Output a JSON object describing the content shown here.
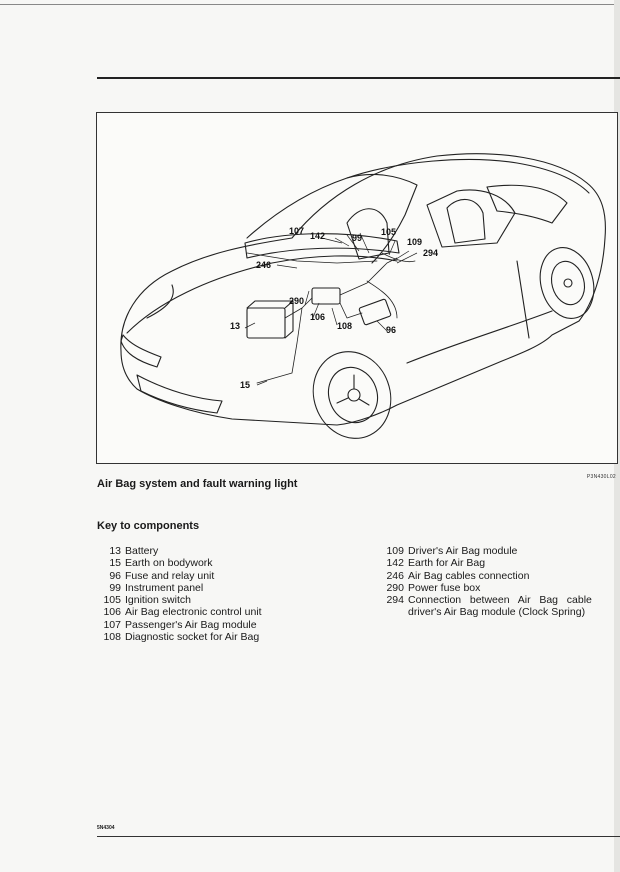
{
  "figure": {
    "code": "P3N430L02",
    "callouts": {
      "c13": "13",
      "c15": "15",
      "c96": "96",
      "c99": "99",
      "c105": "105",
      "c106": "106",
      "c107": "107",
      "c108": "108",
      "c109": "109",
      "c142": "142",
      "c246": "246",
      "c290": "290",
      "c294": "294"
    }
  },
  "caption": "Air Bag system and fault warning light",
  "key_title": "Key to components",
  "components_left": [
    {
      "num": "13",
      "desc": "Battery"
    },
    {
      "num": "15",
      "desc": "Earth on bodywork"
    },
    {
      "num": "96",
      "desc": "Fuse and relay unit"
    },
    {
      "num": "99",
      "desc": "Instrument panel"
    },
    {
      "num": "105",
      "desc": "Ignition switch"
    },
    {
      "num": "106",
      "desc": "Air Bag electronic control unit"
    },
    {
      "num": "107",
      "desc": "Passenger's Air Bag module"
    },
    {
      "num": "108",
      "desc": "Diagnostic socket for Air Bag"
    }
  ],
  "components_right": [
    {
      "num": "109",
      "desc": "Driver's Air Bag module"
    },
    {
      "num": "142",
      "desc": "Earth for Air Bag"
    },
    {
      "num": "246",
      "desc": "Air Bag cables connection"
    },
    {
      "num": "290",
      "desc": "Power fuse box"
    },
    {
      "num": "294",
      "desc": "Connection   between   Air   Bag   cable"
    },
    {
      "num": "",
      "desc": "driver's Air Bag module (Clock Spring)"
    }
  ],
  "footer_code": "5N4304"
}
